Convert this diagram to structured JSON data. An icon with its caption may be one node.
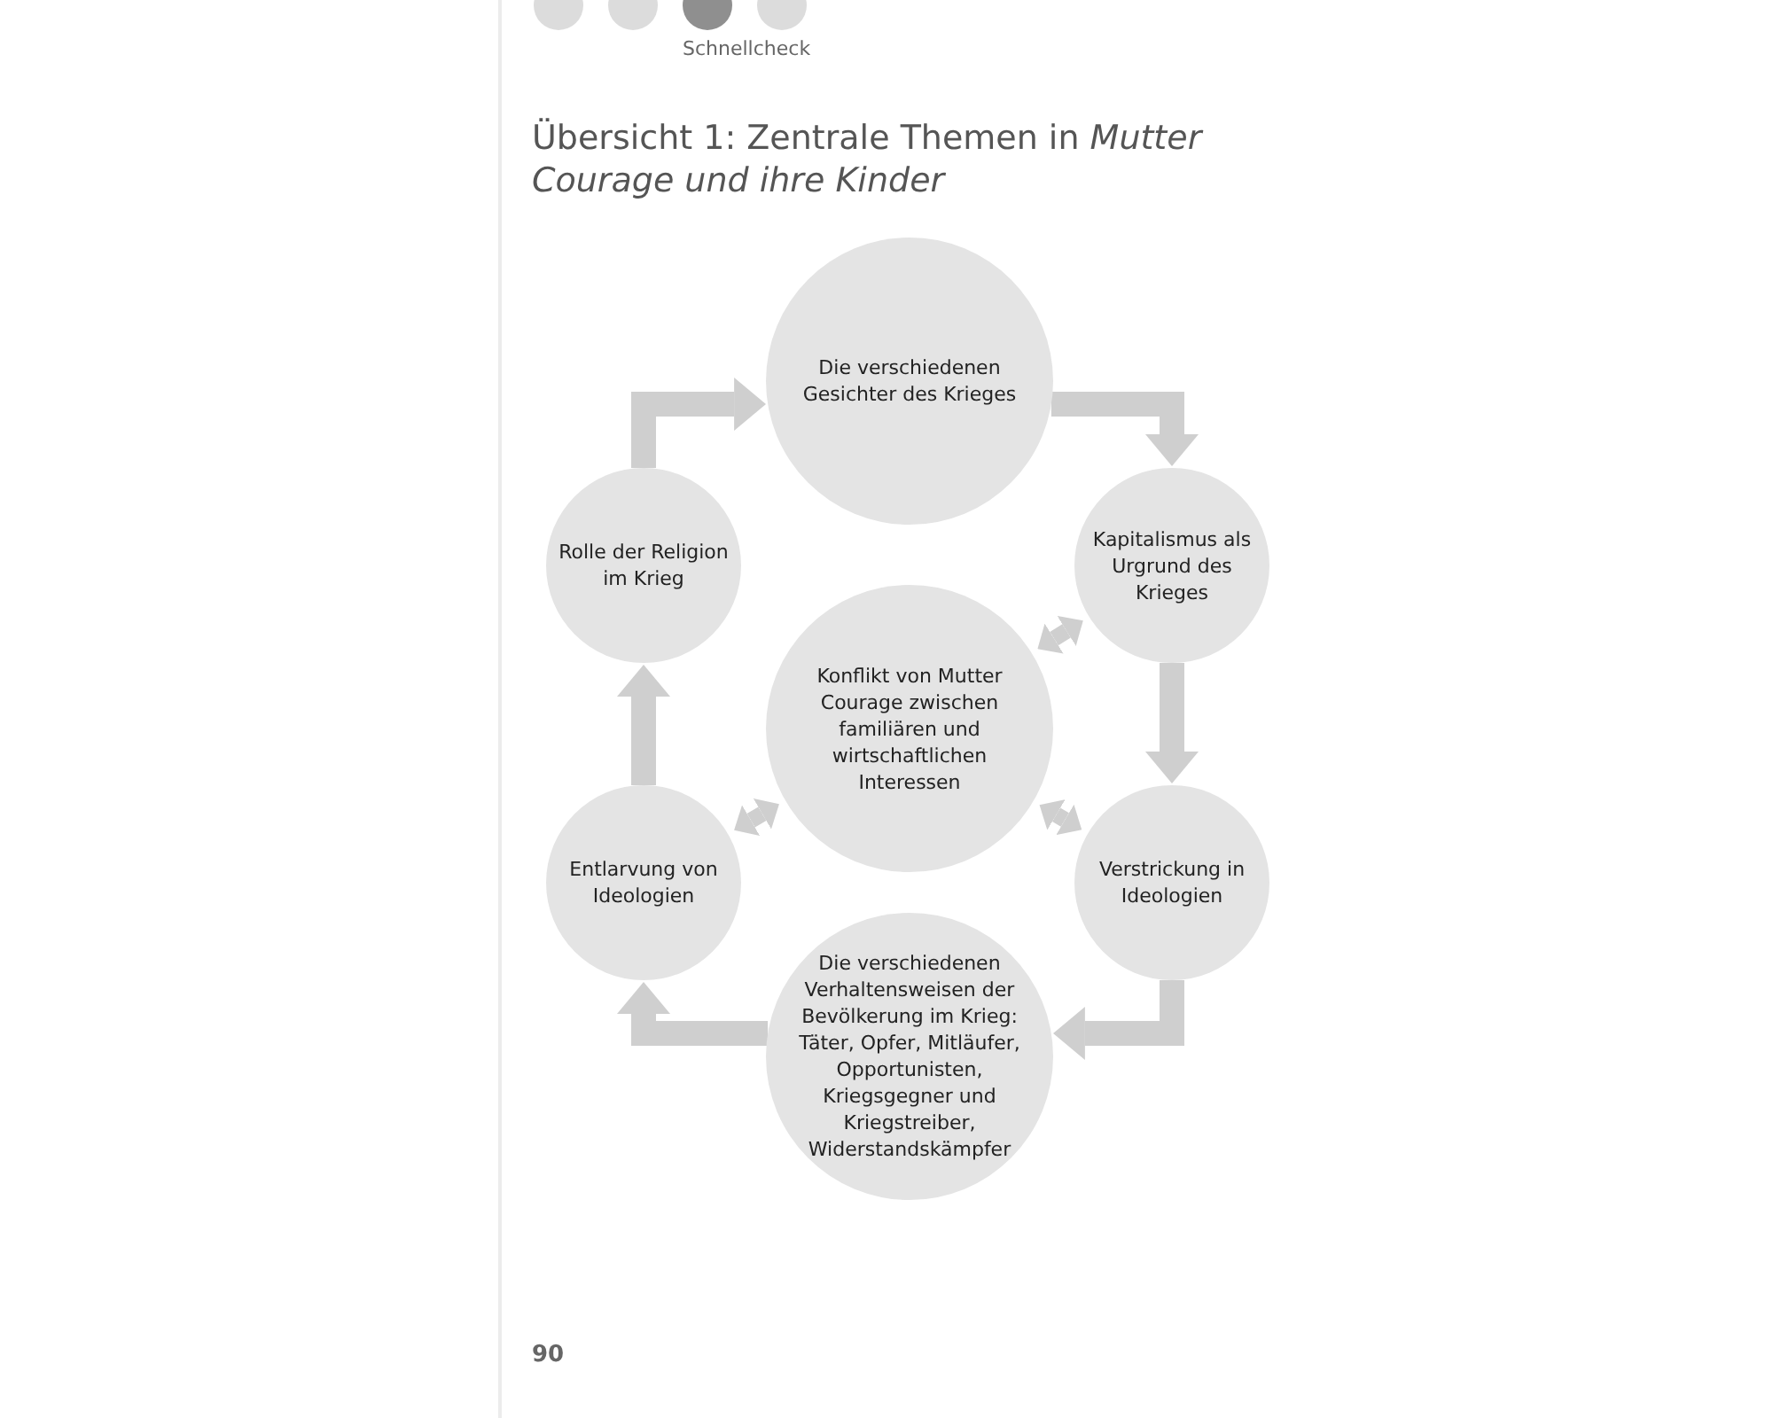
{
  "diagram": {
    "title": "Übersicht 1: Zentrale Themen in *Mutter Courage und ihre Kinder*",
    "nodes": [
      {
        "text": [
          "Die verschiedenen Gesichter des Krieges"
        ]
      },
      {
        "text": [
          "Kapitalismus als Urgrund des Krieges"
        ]
      },
      {
        "text": [
          "Verstrickung in Ideologien"
        ]
      },
      {
        "text": [
          "Die verschiedenen Verhaltensweisen der Bevölkerung im Krieg: Täter, Opfer, Mitläufer, Opportunisten, Kriegsgegner und Kriegstreiber, Widerstandskämpfer"
        ]
      },
      {
        "text": [
          "Entlarvung von Ideologien"
        ]
      },
      {
        "text": [
          "Rolle der Religion im Krieg"
        ]
      },
      {
        "text": [
          "Konflikt von Mutter Courage zwischen familiären und wirtschaftlichen Interessen"
        ]
      }
    ],
    "edges": [
      {
        "from": 0,
        "to": 1,
        "arrow": "to"
      },
      {
        "from": 1,
        "to": 2,
        "arrow": "to"
      },
      {
        "from": 2,
        "to": 3,
        "arrow": "to"
      },
      {
        "from": 3,
        "to": 4,
        "arrow": "to"
      },
      {
        "from": 4,
        "to": 5,
        "arrow": "to"
      },
      {
        "from": 5,
        "to": 0,
        "arrow": "to"
      },
      {
        "from": 6,
        "to": 1,
        "arrow": "both"
      },
      {
        "from": 6,
        "to": 2,
        "arrow": "both"
      },
      {
        "from": 6,
        "to": 4,
        "arrow": "both"
      }
    ],
    "labels": [
      "Schnellcheck",
      "90"
    ]
  }
}
